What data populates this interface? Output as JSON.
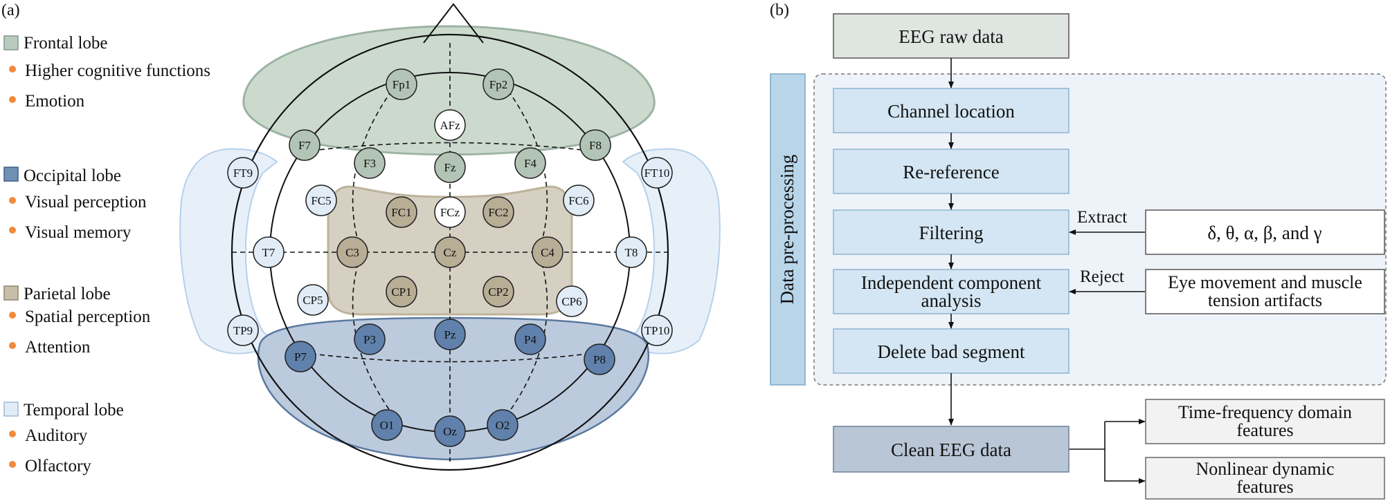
{
  "panel_a": {
    "label": "(a)",
    "legend": [
      {
        "title": "Frontal lobe",
        "color": "#b9cbbe",
        "items": [
          "Higher cognitive functions",
          "Emotion"
        ]
      },
      {
        "title": "Occipital lobe",
        "color": "#6f8fb3",
        "items": [
          "Visual perception",
          "Visual memory"
        ]
      },
      {
        "title": "Parietal lobe",
        "color": "#c7beaa",
        "items": [
          "Spatial perception",
          "Attention"
        ]
      },
      {
        "title": "Temporal lobe",
        "color": "#e1ecf7",
        "items": [
          "Auditory",
          "Olfactory"
        ]
      }
    ],
    "electrodes": [
      "Fp1",
      "Fp2",
      "AFz",
      "F7",
      "F3",
      "Fz",
      "F4",
      "F8",
      "FT9",
      "FT10",
      "FC5",
      "FC1",
      "FCz",
      "FC2",
      "FC6",
      "T7",
      "C3",
      "Cz",
      "C4",
      "T8",
      "CP5",
      "CP1",
      "CP2",
      "CP6",
      "TP9",
      "TP10",
      "P7",
      "P3",
      "Pz",
      "P4",
      "P8",
      "O1",
      "Oz",
      "O2"
    ]
  },
  "panel_b": {
    "label": "(b)",
    "raw": "EEG raw data",
    "preprocessing_label": "Data pre-processing",
    "steps": [
      "Channel location",
      "Re-reference",
      "Filtering",
      "Independent component analysis",
      "Delete bad segment"
    ],
    "extract_label": "Extract",
    "extract_box": "δ, θ, α, β, and γ",
    "reject_label": "Reject",
    "reject_box": "Eye movement and muscle tension artifacts",
    "clean": "Clean EEG data",
    "outputs": [
      "Time-frequency domain features",
      "Nonlinear dynamic features"
    ]
  }
}
